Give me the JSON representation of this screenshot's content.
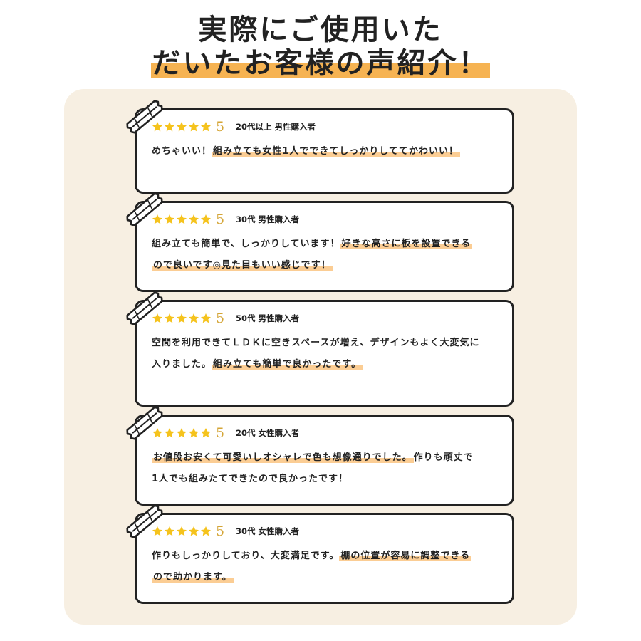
{
  "heading": {
    "line1": "実際にご使用いた",
    "line2": "だいたお客様の声紹介！"
  },
  "colors": {
    "heading_text": "#222222",
    "heading_bar": "#f6b352",
    "panel_bg": "#f7efe2",
    "card_border": "#222222",
    "star": "#f5c31d",
    "rating": "#d4a536",
    "highlight": "#fbcd94"
  },
  "icons": {
    "rating": "star-icon",
    "decoration": "masking-tape-icon"
  },
  "reviews": [
    {
      "star_count": 5,
      "rating": "5",
      "reviewer": "20代以上 男性購入者",
      "lines": [
        [
          {
            "text": "めちゃいい！",
            "highlight": false
          },
          {
            "text": "組み立ても女性1人でできてしっかりしててかわいい！",
            "highlight": true
          }
        ]
      ]
    },
    {
      "star_count": 5,
      "rating": "5",
      "reviewer": "30代 男性購入者",
      "lines": [
        [
          {
            "text": "組み立ても簡単で、しっかりしています！",
            "highlight": false
          },
          {
            "text": "好きな高さに板を設置できる",
            "highlight": true
          }
        ],
        [
          {
            "text": "ので良いです◎見た目もいい感じです！",
            "highlight": true
          }
        ]
      ]
    },
    {
      "star_count": 5,
      "rating": "5",
      "reviewer": "50代 男性購入者",
      "lines": [
        [
          {
            "text": "空間を利用できてＬＤＫに空きスペースが増え、デザインもよく大変気に",
            "highlight": false
          }
        ],
        [
          {
            "text": "入りました。",
            "highlight": false
          },
          {
            "text": "組み立ても簡単で良かったです。",
            "highlight": true
          }
        ]
      ]
    },
    {
      "star_count": 5,
      "rating": "5",
      "reviewer": "20代 女性購入者",
      "lines": [
        [
          {
            "text": "お値段お安くて可愛いしオシャレで色も想像通りでした。",
            "highlight": true
          },
          {
            "text": "作りも頑丈で",
            "highlight": false
          }
        ],
        [
          {
            "text": "1人でも組みたてできたので良かったです！",
            "highlight": false
          }
        ]
      ]
    },
    {
      "star_count": 5,
      "rating": "5",
      "reviewer": "30代 女性購入者",
      "lines": [
        [
          {
            "text": "作りもしっかりしており、大変満足です。",
            "highlight": false
          },
          {
            "text": "棚の位置が容易に調整できる",
            "highlight": true
          }
        ],
        [
          {
            "text": "ので助かります。",
            "highlight": true
          }
        ]
      ]
    }
  ]
}
